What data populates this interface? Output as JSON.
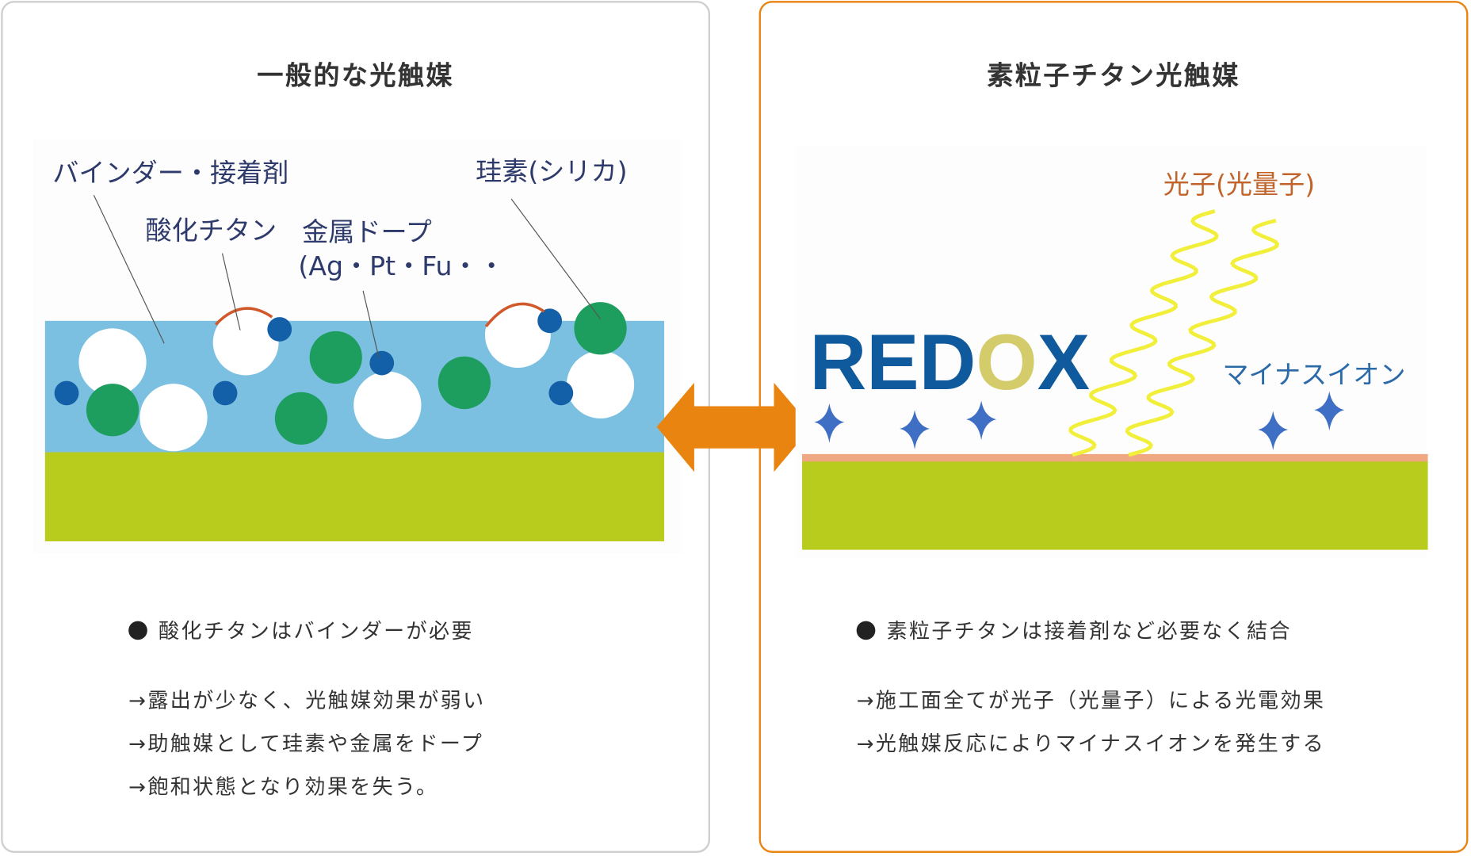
{
  "left": {
    "title": "一般的な光触媒",
    "labels": {
      "binder": "バインダー・接着剤",
      "titanium_oxide": "酸化チタン",
      "metal_dope": "金属ドープ",
      "metal_list": "(Ag・Pt・Fu・・",
      "silica": "珪素(シリカ)"
    },
    "bullet": "酸化チタンはバインダーが必要",
    "lines": [
      "→露出が少なく、光触媒効果が弱い",
      "→助触媒として珪素や金属をドープ",
      "→飽和状態となり効果を失う。"
    ]
  },
  "right": {
    "title": "素粒子チタン光触媒",
    "logo": {
      "r": "RED",
      "o": "O",
      "x": "X"
    },
    "labels": {
      "photon": "光子(光量子)",
      "negative_ion": "マイナスイオン"
    },
    "bullet": "素粒子チタンは接着剤など必要なく結合",
    "lines": [
      "→施工面全てが光子（光量子）による光電効果",
      "→光触媒反応によりマイナスイオンを発生する"
    ]
  },
  "colors": {
    "accent": "#ea8410",
    "binder": "#7bc0e0",
    "substrate": "#b8cc1e",
    "navy": "#0f5a9c"
  }
}
